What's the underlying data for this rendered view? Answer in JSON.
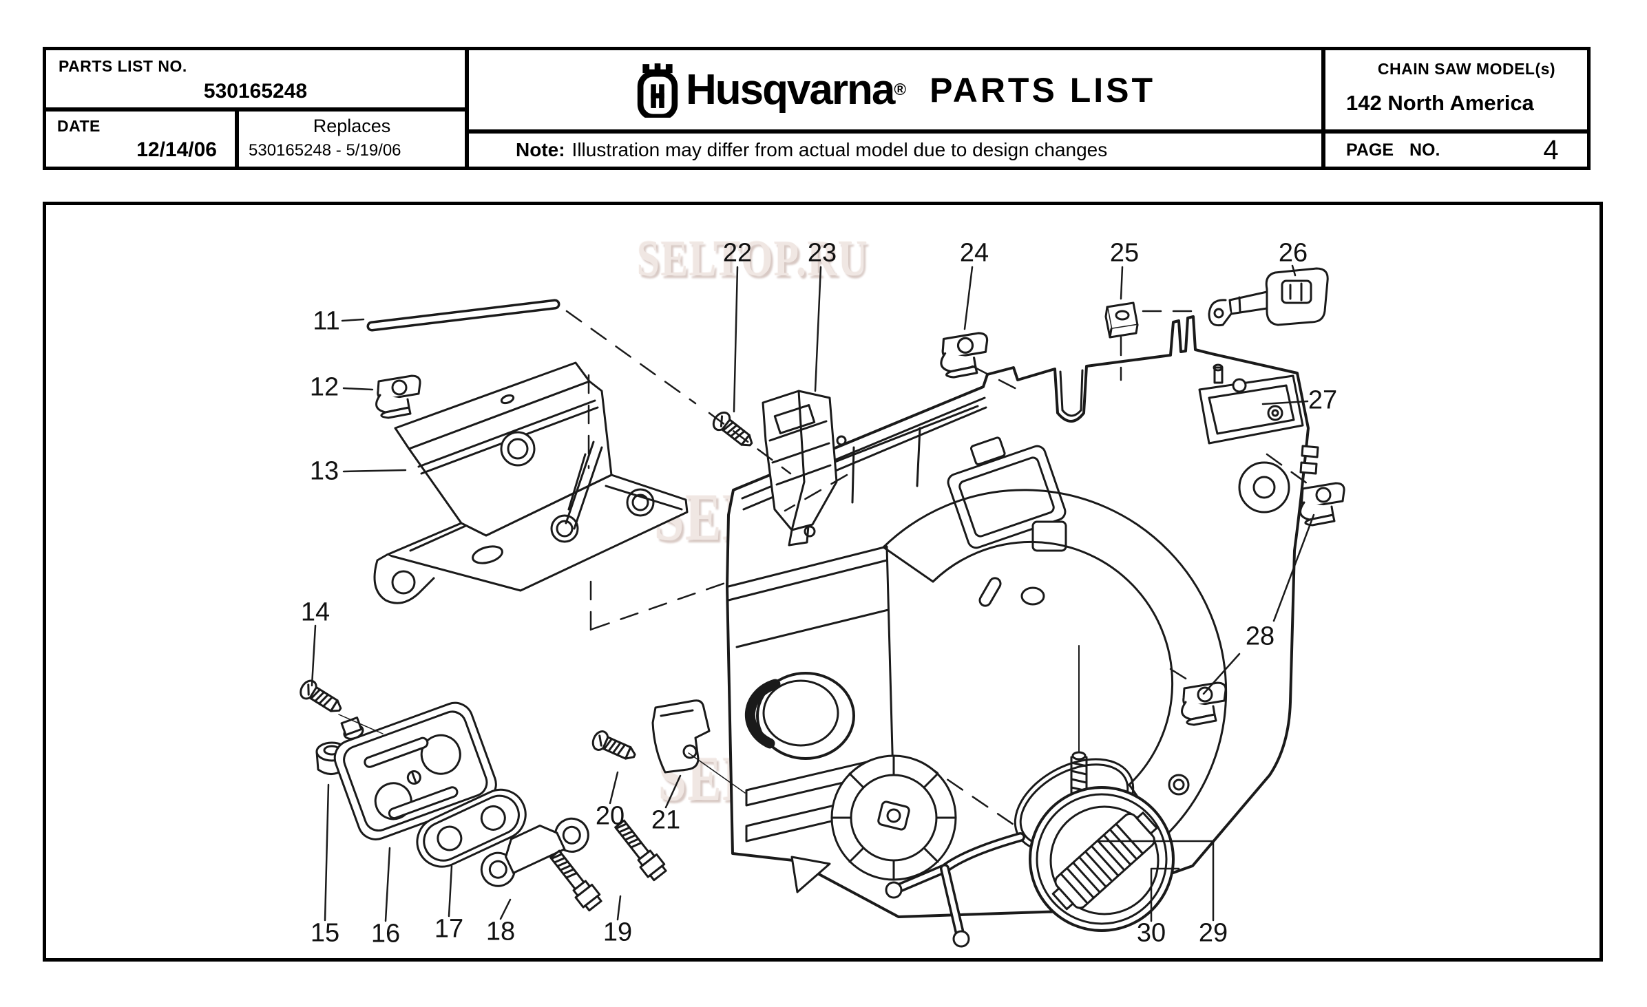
{
  "header": {
    "parts_list": {
      "label": "PARTS LIST NO.",
      "value": "530165248"
    },
    "date": {
      "label": "DATE",
      "value": "12/14/06"
    },
    "replaces": {
      "label": "Replaces",
      "value": "530165248 - 5/19/06"
    },
    "brand": {
      "name": "Husqvarna",
      "registered": "®",
      "doc_title": "PARTS LIST"
    },
    "note": {
      "label": "Note:",
      "text": "Illustration may differ from actual model due to design changes"
    },
    "model": {
      "label": "CHAIN SAW MODEL(s)",
      "value": "142 North America"
    },
    "page": {
      "label": "PAGE NO.",
      "value": "4"
    }
  },
  "watermark": {
    "text": "SELTOP.RU",
    "color": "#f0e7e3"
  },
  "diagram": {
    "line_color": "#1a1a1a",
    "callouts": [
      {
        "label": "11"
      },
      {
        "label": "12"
      },
      {
        "label": "13"
      },
      {
        "label": "14"
      },
      {
        "label": "15"
      },
      {
        "label": "16"
      },
      {
        "label": "17"
      },
      {
        "label": "18"
      },
      {
        "label": "19"
      },
      {
        "label": "20"
      },
      {
        "label": "21"
      },
      {
        "label": "22"
      },
      {
        "label": "23"
      },
      {
        "label": "24"
      },
      {
        "label": "25"
      },
      {
        "label": "26"
      },
      {
        "label": "27"
      },
      {
        "label": "28"
      },
      {
        "label": "29"
      },
      {
        "label": "30"
      }
    ]
  }
}
